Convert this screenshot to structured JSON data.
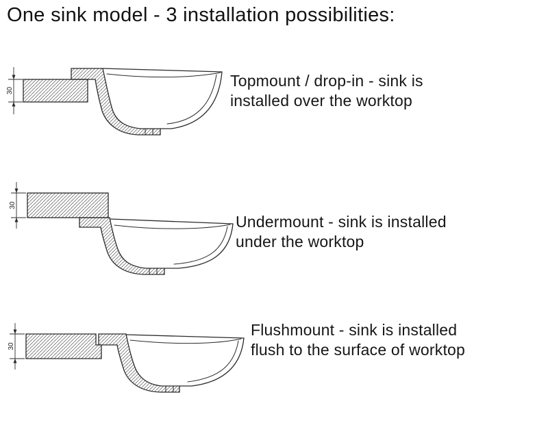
{
  "title": "One sink model - 3 installation possibilities:",
  "colors": {
    "ink": "#2a2a2a",
    "background": "#ffffff"
  },
  "installations": [
    {
      "id": "topmount",
      "label_line1": "Topmount / drop-in - sink is",
      "label_line2": "installed over the worktop",
      "dimension": "30"
    },
    {
      "id": "undermount",
      "label_line1": "Undermount - sink is installed",
      "label_line2": "under the worktop",
      "dimension": "30"
    },
    {
      "id": "flushmount",
      "label_line1": "Flushmount - sink is installed",
      "label_line2": "flush to the surface of worktop",
      "dimension": "30"
    }
  ]
}
